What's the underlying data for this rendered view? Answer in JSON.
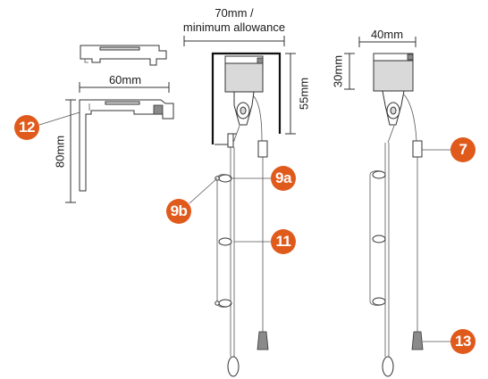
{
  "dimensions": {
    "width_70": "70mm /",
    "width_70_note": "minimum allowance",
    "width_60": "60mm",
    "height_80": "80mm",
    "height_55": "55mm",
    "width_40": "40mm",
    "height_30": "30mm"
  },
  "callouts": {
    "c12": "12",
    "c9a": "9a",
    "c9b": "9b",
    "c11": "11",
    "c7": "7",
    "c13": "13"
  },
  "colors": {
    "badge": "#e05a1c",
    "line": "#333333"
  }
}
